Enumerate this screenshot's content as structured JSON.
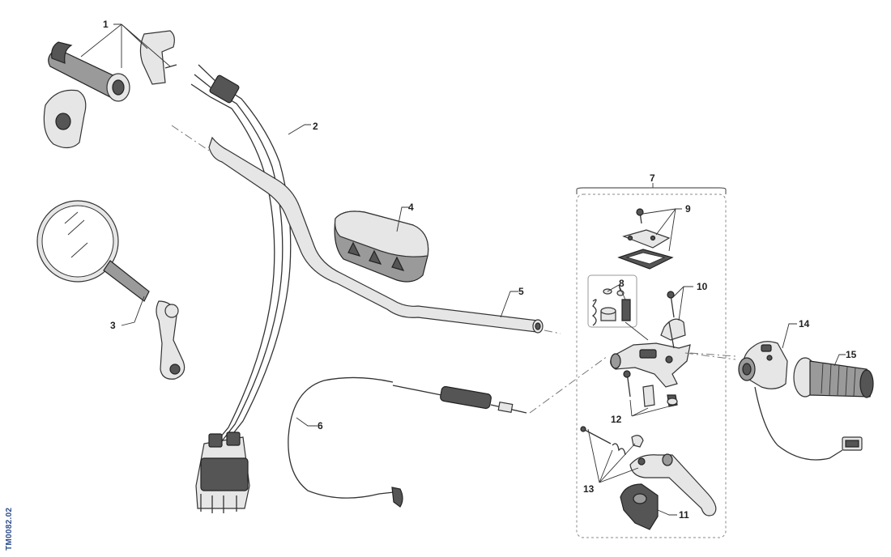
{
  "reference_code": "TM0082.02",
  "callouts": {
    "c1": "1",
    "c2": "2",
    "c3": "3",
    "c4": "4",
    "c5": "5",
    "c6": "6",
    "c7": "7",
    "c8": "8",
    "c9": "9",
    "c10": "10",
    "c11": "11",
    "c12": "12",
    "c13": "13",
    "c14": "14",
    "c15": "15"
  }
}
